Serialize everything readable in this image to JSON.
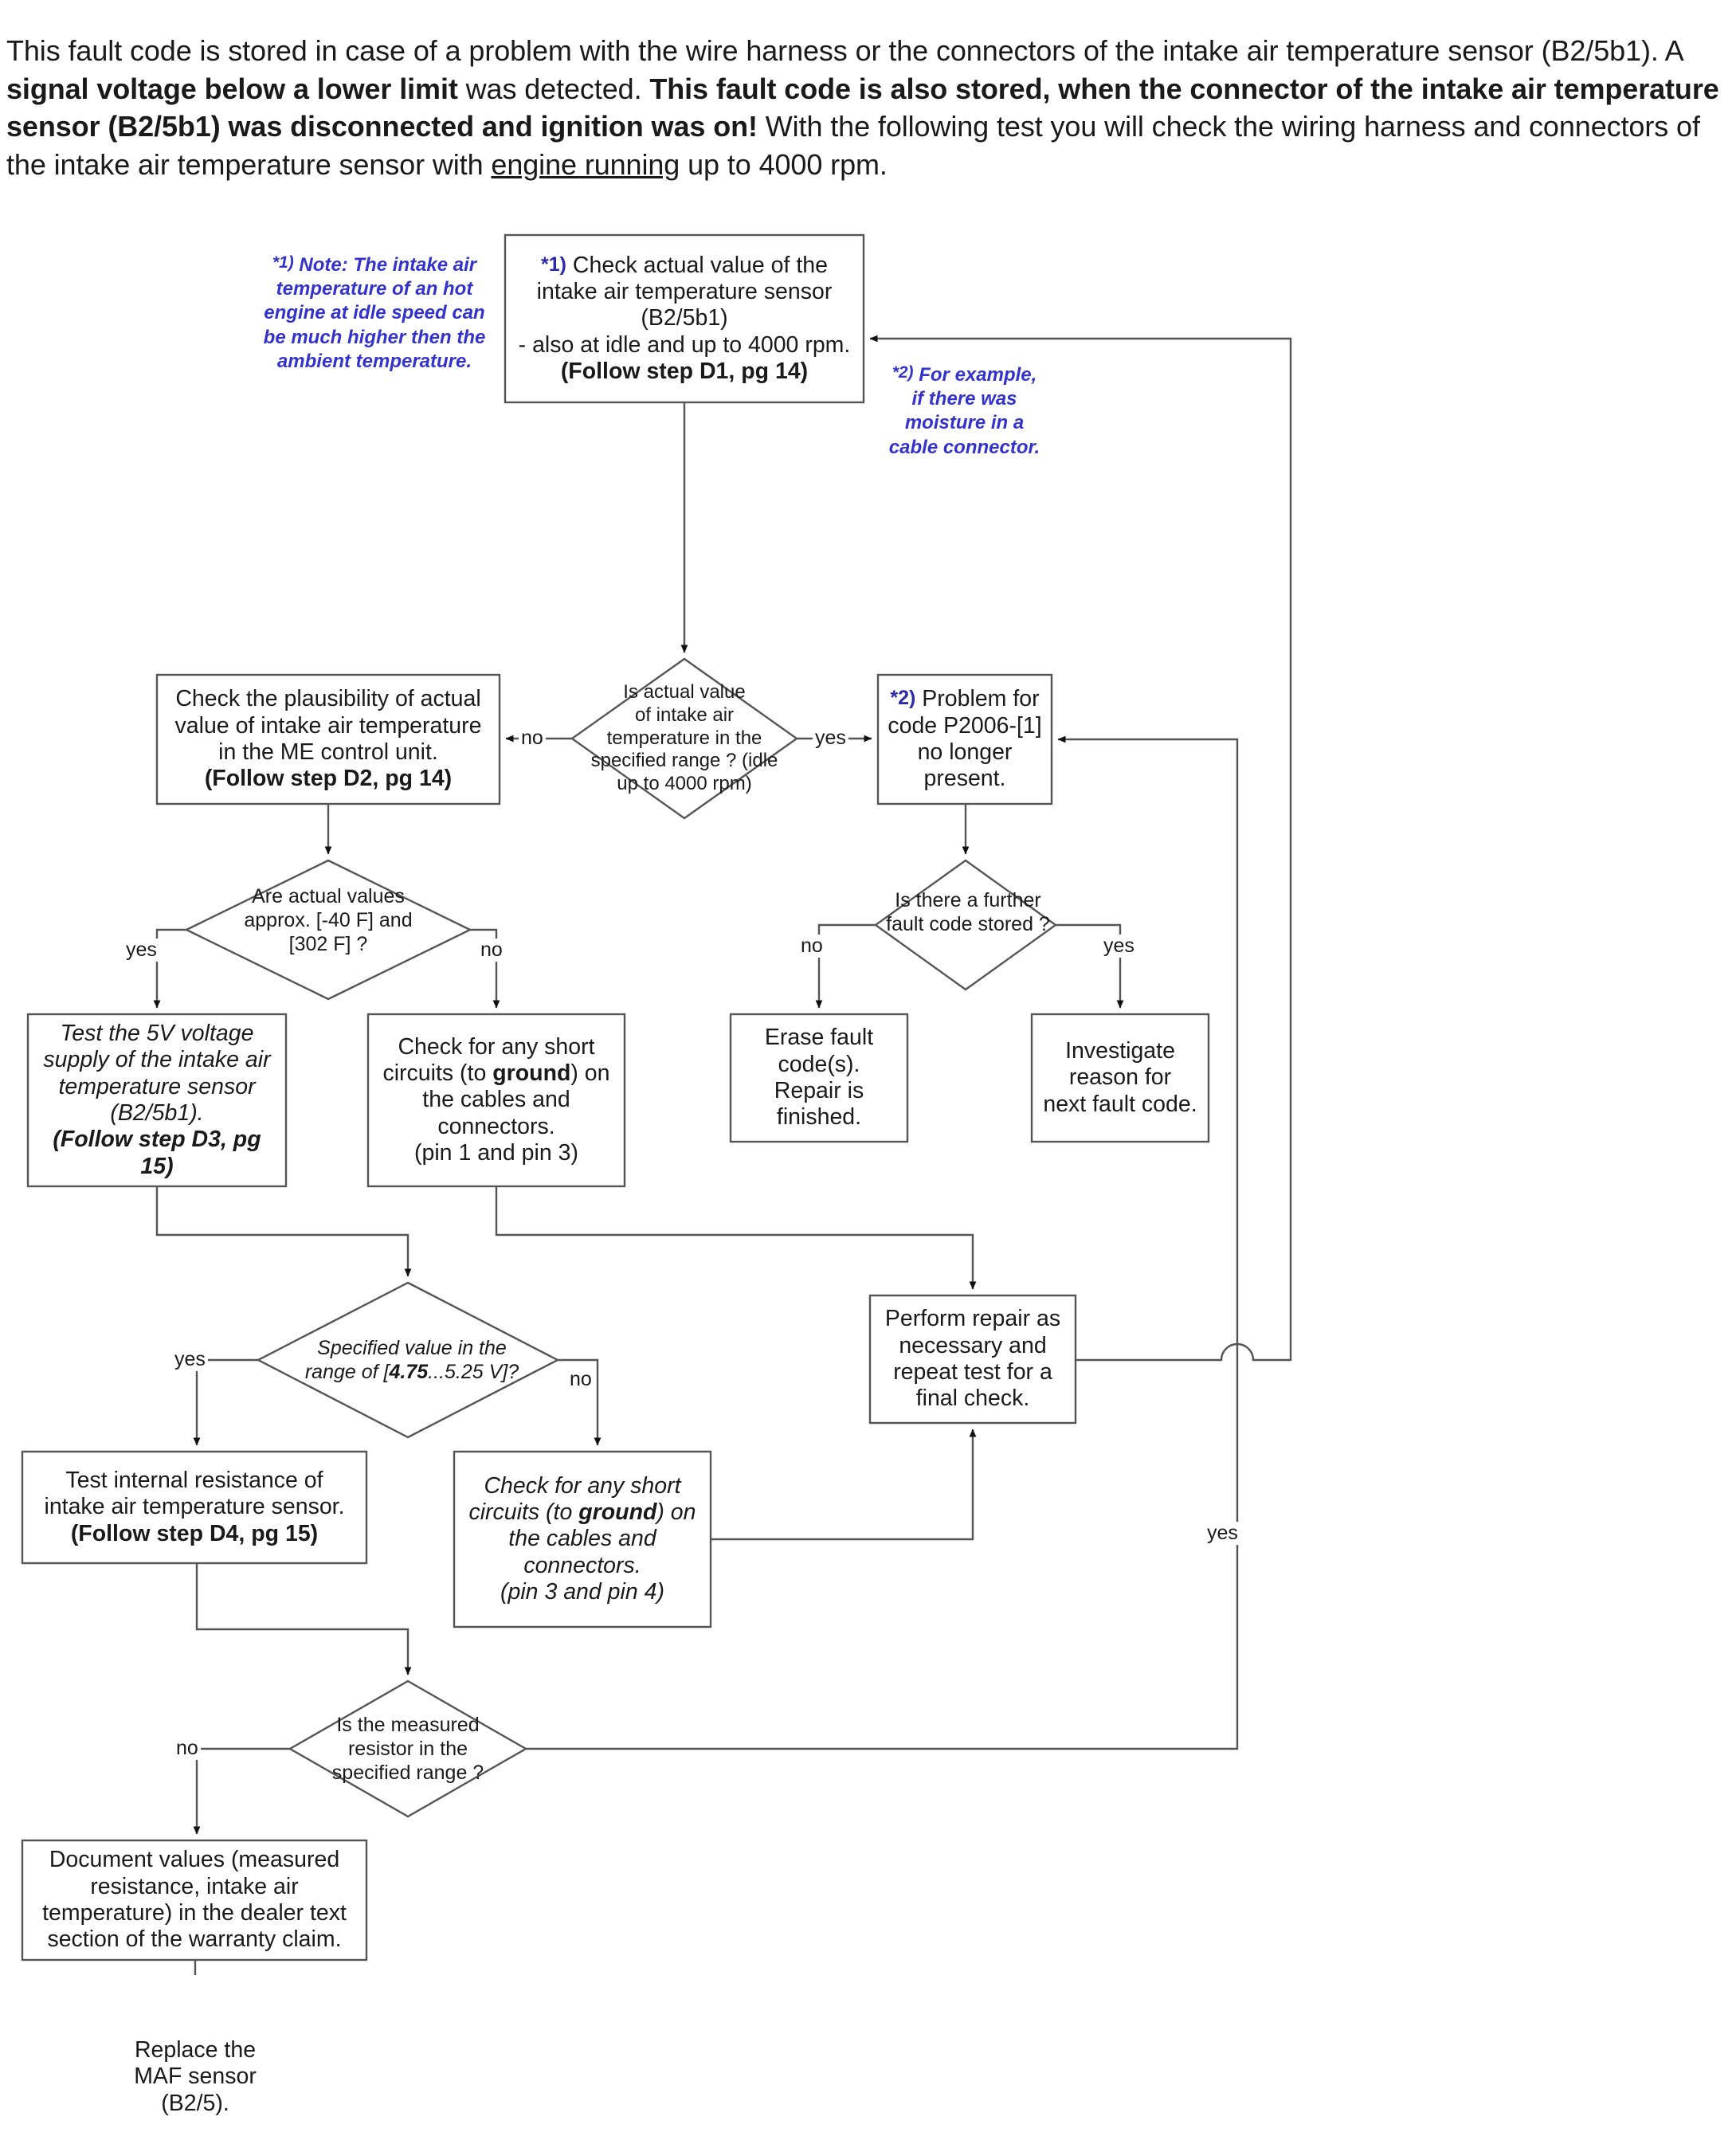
{
  "intro": {
    "segments": [
      {
        "t": "This fault code is stored in case of a problem with the wire harness or the connectors of the intake air temperature sensor (B2/5b1). A ",
        "s": "normal"
      },
      {
        "t": "signal voltage below a lower limit",
        "s": "bold"
      },
      {
        "t": " was detected. ",
        "s": "normal"
      },
      {
        "t": "This fault code is also stored, when the connector of the intake air temperature sensor (B2/5b1) was disconnected and ignition was on!",
        "s": "bold"
      },
      {
        "t": "  With the following test you will check the wiring harness and connectors of the intake air temperature sensor with ",
        "s": "normal"
      },
      {
        "t": "engine running",
        "s": "underline"
      },
      {
        "t": " up to 4000 rpm.",
        "s": "normal"
      }
    ],
    "plain": "This fault code is stored in case of a problem with the wire harness or the connectors of the intake air temperature sensor (B2/5b1). A signal voltage below a lower limit was detected. This fault code is also stored, when the connector of the intake air temperature sensor (B2/5b1) was disconnected and ignition was on!  With the following test you will check the wiring harness and connectors of the intake air temperature sensor with engine running up to 4000 rpm."
  },
  "notes": {
    "note1": {
      "marker": "*1)",
      "lines": [
        "Note: The intake air",
        "temperature of an hot",
        "engine at idle speed can",
        "be much higher then the",
        "ambient temperature."
      ],
      "color": "#3333cc"
    },
    "note2": {
      "marker": "*2)",
      "lines": [
        "For example,",
        "if there was",
        "moisture in a",
        "cable connector."
      ],
      "color": "#3333cc"
    }
  },
  "nodes": {
    "n1_check_actual": {
      "type": "process",
      "marker": "*1)",
      "lines": [
        "Check actual value of the",
        "intake air temperature sensor",
        "(B2/5b1)",
        "- also at idle and up to 4000 rpm.",
        "(Follow step D1, pg 14)"
      ],
      "styles": [
        "normal",
        "normal",
        "normal",
        "normal",
        "bold"
      ]
    },
    "d1_actual_value_in_range": {
      "type": "decision",
      "lines": [
        "Is actual value",
        "of intake air",
        "temperature in the",
        "specified range ? (idle",
        "up to 4000 rpm)"
      ]
    },
    "n2_check_plausibility": {
      "type": "process",
      "lines": [
        "Check the plausibility of actual",
        "value of intake air temperature",
        "in the ME control unit.",
        "(Follow step D2, pg 14)"
      ],
      "styles": [
        "normal",
        "normal",
        "normal",
        "bold"
      ]
    },
    "n3_problem_no_longer": {
      "type": "process",
      "marker": "*2)",
      "lines": [
        "Problem for",
        "code P2006-[1]",
        "no longer",
        "present."
      ],
      "styles": [
        "normal",
        "normal",
        "normal",
        "normal"
      ]
    },
    "d2_actual_values_approx": {
      "type": "decision",
      "lines": [
        "Are actual values",
        "approx. [-40 F] and",
        "[302 F] ?"
      ]
    },
    "d3_further_fault_code": {
      "type": "decision",
      "lines": [
        "Is there a further",
        "fault code stored ?"
      ]
    },
    "n4_test_5v_supply": {
      "type": "process",
      "lines": [
        "Test the 5V voltage",
        "supply of the intake air",
        "temperature sensor",
        "(B2/5b1).",
        "(Follow step D3, pg",
        "15)"
      ],
      "styles": [
        "italic",
        "italic",
        "italic",
        "italic",
        "bolditalic",
        "bolditalic"
      ]
    },
    "n5_short_pin1_pin3": {
      "type": "process",
      "lines": [
        "Check for any short",
        "circuits (to ground) on",
        "the cables and",
        "connectors.",
        "(pin 1 and pin 3)"
      ],
      "styles": [
        "normal",
        "normal-mixed",
        "normal",
        "normal",
        "normal"
      ],
      "bold_word": "ground"
    },
    "n6_erase_fault_codes": {
      "type": "process",
      "lines": [
        "Erase fault",
        "code(s).",
        "Repair is",
        "finished."
      ],
      "styles": [
        "normal",
        "normal",
        "normal",
        "normal"
      ]
    },
    "n7_investigate_reason": {
      "type": "process",
      "lines": [
        "Investigate",
        "reason for",
        "next fault code."
      ],
      "styles": [
        "normal",
        "normal",
        "normal"
      ]
    },
    "d4_specified_value_range": {
      "type": "decision",
      "lines": [
        "Specified value in the",
        "range of [4.75...5.25 V]?"
      ],
      "bold_part": "4.75"
    },
    "n8_perform_repair": {
      "type": "process",
      "lines": [
        "Perform repair as",
        "necessary and",
        "repeat test  for a",
        "final check."
      ],
      "styles": [
        "normal",
        "normal",
        "normal",
        "normal"
      ]
    },
    "n9_test_internal_resistance": {
      "type": "process",
      "lines": [
        "Test internal resistance of",
        "intake air temperature sensor.",
        "(Follow step D4, pg 15)"
      ],
      "styles": [
        "normal",
        "normal",
        "bold"
      ]
    },
    "n10_short_pin3_pin4": {
      "type": "process",
      "lines": [
        "Check for any short",
        "circuits (to ground) on",
        "the cables and",
        "connectors.",
        "(pin 3 and pin 4)"
      ],
      "styles": [
        "italic",
        "italic-mixed",
        "italic",
        "italic",
        "italic"
      ],
      "bold_word": "ground"
    },
    "d5_measured_resistor": {
      "type": "decision",
      "lines": [
        "Is the measured",
        "resistor in the",
        "specified range ?"
      ]
    },
    "n11_document_values": {
      "type": "process",
      "lines": [
        "Document values (measured",
        "resistance, intake air",
        "temperature) in the dealer text",
        "section of the warranty claim."
      ],
      "styles": [
        "normal",
        "normal",
        "normal",
        "normal"
      ]
    },
    "n12_replace_maf": {
      "type": "process",
      "lines": [
        "Replace the",
        "MAF sensor",
        "(B2/5)."
      ],
      "styles": [
        "normal",
        "normal",
        "normal"
      ]
    }
  },
  "edge_labels": {
    "d1_no": "no",
    "d1_yes": "yes",
    "d2_yes": "yes",
    "d2_no": "no",
    "d3_no": "no",
    "d3_yes": "yes",
    "d4_yes": "yes",
    "d4_no": "no",
    "d5_no": "no",
    "d5_yes": "yes"
  },
  "colors": {
    "stroke": "#555555",
    "stroke_dark": "#333333",
    "text": "#1a1a1a",
    "note": "#3333cc",
    "marker": "#2b2ba8",
    "background": "#ffffff"
  }
}
